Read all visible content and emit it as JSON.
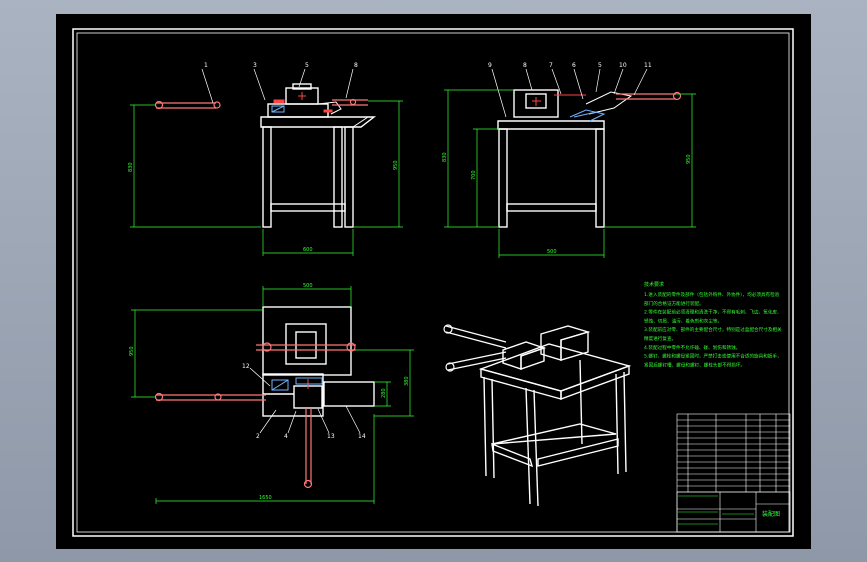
{
  "drawing": {
    "view1_balloons": [
      "1",
      "3",
      "5",
      "8"
    ],
    "view2_balloons": [
      "9",
      "8",
      "7",
      "6",
      "5",
      "10",
      "11"
    ],
    "view3_balloons": [
      "12",
      "2",
      "4",
      "13",
      "14"
    ],
    "dims": {
      "v1_height": "830",
      "v1_right": "950",
      "v1_width": "600",
      "v2_height": "830",
      "v2_sub": "700",
      "v2_right": "950",
      "v2_width": "500",
      "v3_top": "500",
      "v3_left": "950",
      "v3_right_a": "380",
      "v3_right_b": "280",
      "v3_bottom": "1650"
    },
    "tech_requirements": {
      "title": "技术要求",
      "lines": [
        "1.进入装配的零件及部件（包括外购件、外协件），均必须具有检验",
        "部门的合格证方能进行装配。",
        "2.零件在装配前必须清理和清洗干净，不得有毛刺、飞边、氧化皮、",
        "锈蚀、切屑、油污、着色剂和灰尘等。",
        "3.装配前应对零、部件的主要配合尺寸，特别是过盈配合尺寸及相关",
        "精度进行复查。",
        "4.装配过程中零件不允许磕、碰、划伤和锈蚀。",
        "5.螺钉、螺栓和螺母紧固时，严禁打击或使用不合适的旋具和扳手，",
        "紧固后螺钉槽、螺母和螺钉、螺栓头部不得损坏。"
      ]
    },
    "title_block": {
      "name": "装配图"
    }
  }
}
